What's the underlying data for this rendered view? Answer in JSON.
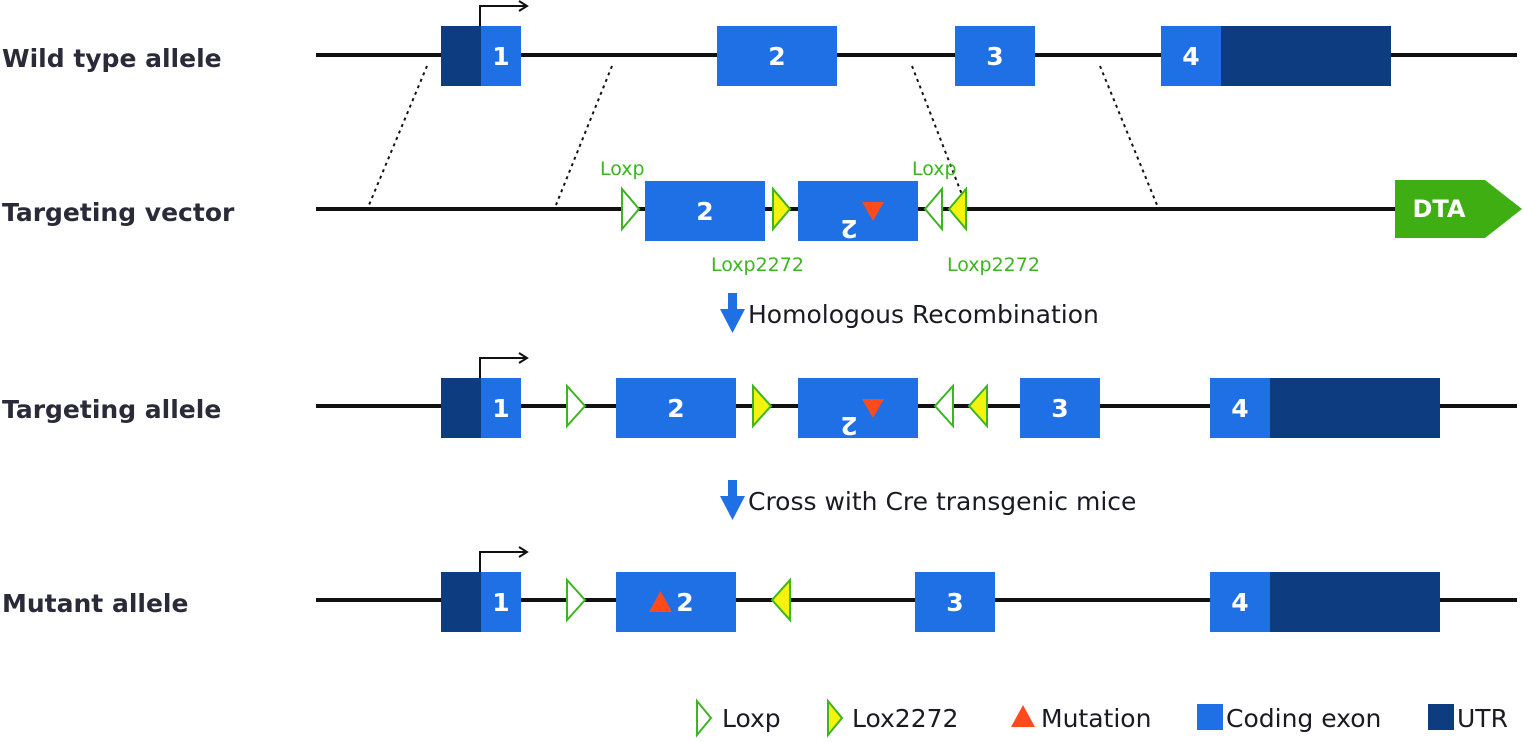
{
  "colors": {
    "coding_exon": "#1f6fe5",
    "utr": "#0d3c80",
    "loxp_stroke": "#3cb521",
    "lox2272_fill": "#f4f20f",
    "mutation": "#ff4a1c",
    "dta": "#3fae12",
    "arrow": "#1f6fe5",
    "line": "#111111"
  },
  "rows": {
    "wild_type": {
      "label": "Wild type allele",
      "exons": [
        "1",
        "2",
        "3",
        "4"
      ]
    },
    "targeting_vector": {
      "label": "Targeting vector",
      "exons": [
        "2",
        "2"
      ],
      "loxp_label_left": "Loxp",
      "loxp_label_right": "Loxp",
      "lox2272_label_left": "Loxp2272",
      "lox2272_label_right": "Loxp2272",
      "selection_marker": "DTA"
    },
    "targeting_allele": {
      "label": "Targeting allele",
      "exons": [
        "1",
        "2",
        "2",
        "3",
        "4"
      ]
    },
    "mutant": {
      "label": "Mutant allele",
      "exons": [
        "1",
        "2",
        "3",
        "4"
      ]
    }
  },
  "steps": {
    "step1": "Homologous Recombination",
    "step2": "Cross with Cre transgenic mice"
  },
  "legend": {
    "loxp": "Loxp",
    "lox2272": "Lox2272",
    "mutation": "Mutation",
    "coding_exon": "Coding exon",
    "utr": "UTR"
  }
}
